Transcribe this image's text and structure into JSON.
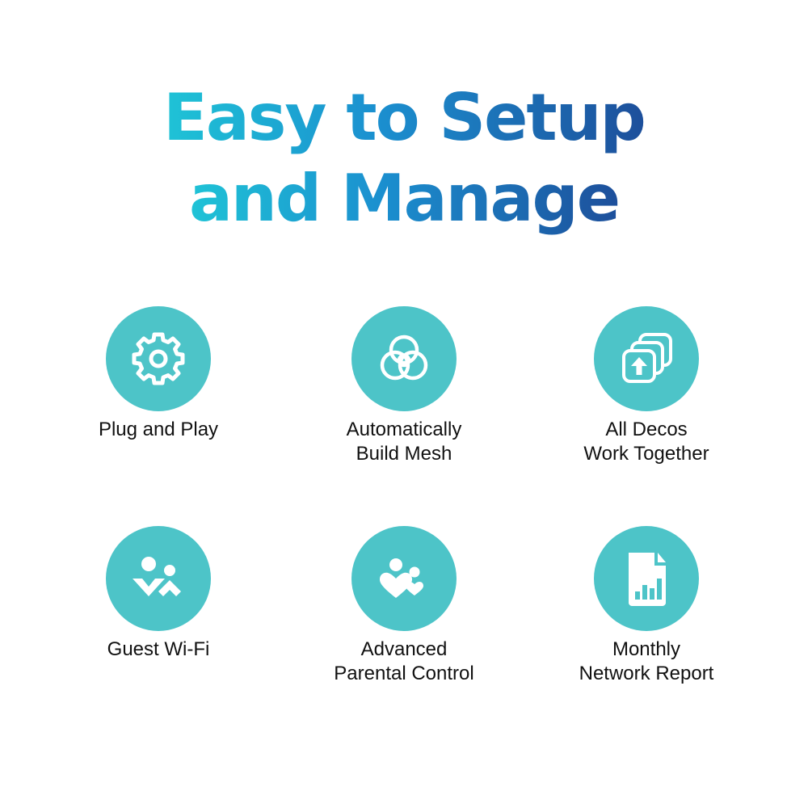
{
  "headline": {
    "line1": "Easy to Setup",
    "line2": "and Manage"
  },
  "colors": {
    "gradient_start": "#1fc3d6",
    "gradient_end": "#1d4f9b",
    "icon_circle": "#4dc4c8",
    "icon_glyph": "#ffffff"
  },
  "features": [
    {
      "icon": "gear-icon",
      "line1": "Plug and Play",
      "line2": ""
    },
    {
      "icon": "mesh-icon",
      "line1": "Automatically",
      "line2": "Build Mesh"
    },
    {
      "icon": "stacked-devices-icon",
      "line1": "All Decos",
      "line2": "Work Together"
    },
    {
      "icon": "guest-users-icon",
      "line1": "Guest Wi-Fi",
      "line2": ""
    },
    {
      "icon": "family-heart-icon",
      "line1": "Advanced",
      "line2": "Parental Control"
    },
    {
      "icon": "report-chart-icon",
      "line1": "Monthly",
      "line2": "Network Report"
    }
  ]
}
